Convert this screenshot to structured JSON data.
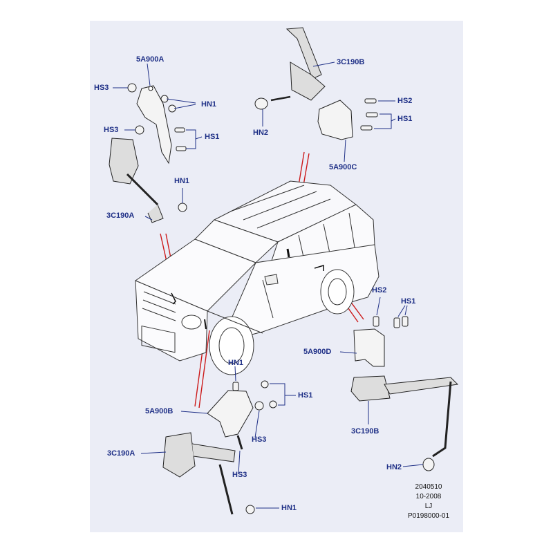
{
  "callouts": {
    "a": {
      "part": "5A900A",
      "hs3_top": "HS3",
      "hn1": "HN1",
      "hs3_mid": "HS3",
      "hs1": "HS1",
      "hn1_low": "HN1",
      "sensor": "3C190A"
    },
    "c": {
      "sensor": "3C190B",
      "hs2": "HS2",
      "hs1": "HS1",
      "hn2": "HN2",
      "bracket": "5A900C"
    },
    "d": {
      "hs2": "HS2",
      "hs1": "HS1",
      "bracket": "5A900D",
      "sensor": "3C190B",
      "hn2": "HN2"
    },
    "b": {
      "hn1": "HN1",
      "hs1": "HS1",
      "bracket": "5A900B",
      "hs3_a": "HS3",
      "sensor": "3C190A",
      "hs3_b": "HS3",
      "hn1_low": "HN1"
    }
  },
  "reference": {
    "line1": "2040510",
    "line2": "10-2008",
    "line3": "LJ",
    "line4": "P0198000-01"
  },
  "colors": {
    "panel": "#ebedf6",
    "label": "#1e2f86",
    "leader": "#cc1a1a",
    "ink": "#222222"
  }
}
